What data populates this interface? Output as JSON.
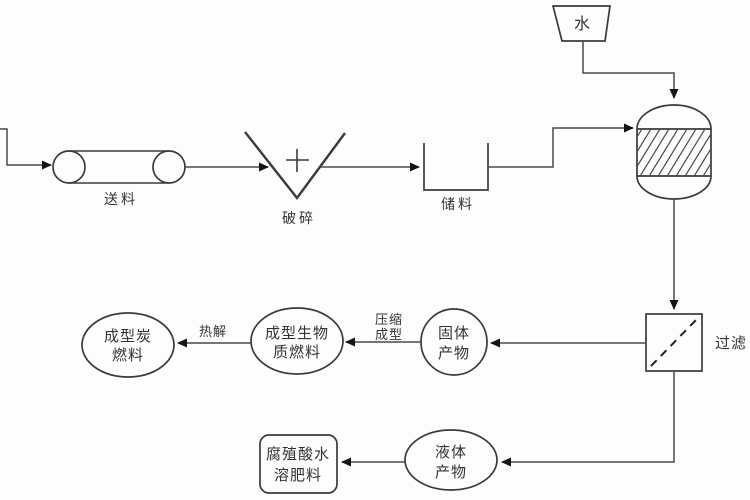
{
  "colors": {
    "background": "#fdfdfd",
    "line": "#3a3a3a",
    "arrow": "#141414",
    "text": "#333333"
  },
  "nodes": {
    "water_hopper": {
      "label": "水"
    },
    "feeding": {
      "label": "送料"
    },
    "crushing": {
      "label": "破碎"
    },
    "storage": {
      "label": "储料"
    },
    "filtration": {
      "label": "过滤"
    },
    "solid_product": {
      "line1": "固体",
      "line2": "产物"
    },
    "formed_biomass_fuel": {
      "line1": "成型生物",
      "line2": "质燃料"
    },
    "formed_charcoal_fuel": {
      "line1": "成型炭",
      "line2": "燃料"
    },
    "liquid_product": {
      "line1": "液体",
      "line2": "产物"
    },
    "humic_acid_fertilizer": {
      "line1": "腐殖酸水",
      "line2": "溶肥料"
    }
  },
  "edge_labels": {
    "pyrolysis": "热解",
    "compression_line1": "压缩",
    "compression_line2": "成型"
  }
}
